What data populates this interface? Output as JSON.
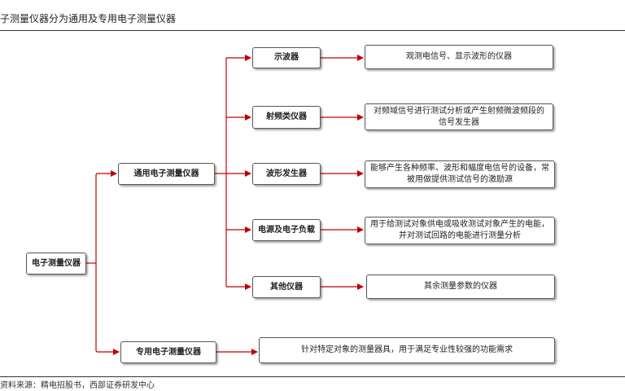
{
  "header": {
    "top_fragment": "",
    "subtitle": "子测量仪器分为通用及专用电子测量仪器",
    "source": "资料来源：精电招股书，西部证券研发中心"
  },
  "diagram": {
    "root": "电子测量仪器",
    "general": "通用电子测量仪器",
    "special": "专用电子测量仪器",
    "special_desc": "针对特定对象的测量器具，用于满足专业性较强的功能需求",
    "categories": [
      {
        "label": "示波器",
        "desc": "观测电信号、显示波形的仪器"
      },
      {
        "label": "射频类仪器",
        "desc": "对频域信号进行测试分析或产生射频微波频段的信号发生器"
      },
      {
        "label": "波形发生器",
        "desc": "能够产生各种频率、波形和幅度电信号的设备，常被用做提供测试信号的激励源"
      },
      {
        "label": "电源及电子负载",
        "desc": "用于给测试对象供电或吸收测试对象产生的电能，并对测试回路的电能进行测量分析"
      },
      {
        "label": "其他仪器",
        "desc": "其余测量参数的仪器"
      }
    ]
  },
  "colors": {
    "connector": "#c00000"
  }
}
